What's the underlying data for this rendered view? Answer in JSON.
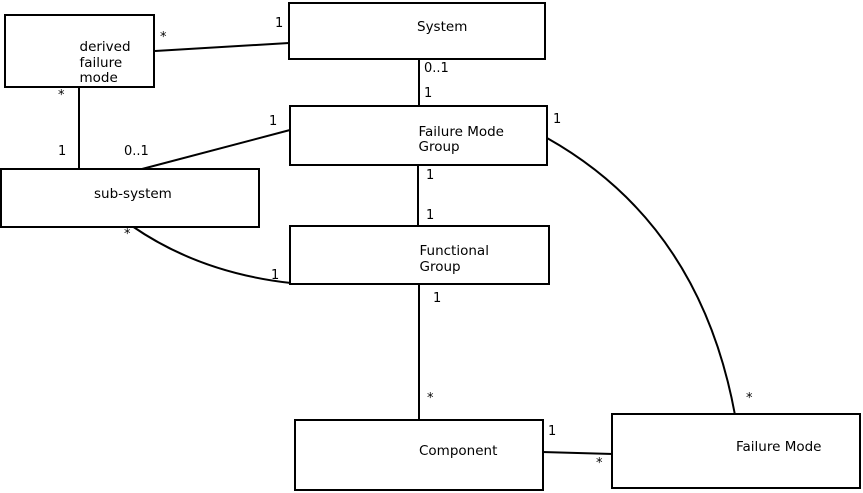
{
  "diagram_type": "uml-class-diagram",
  "colors": {
    "background": "#ffffff",
    "line": "#000000",
    "box_border": "#000000",
    "text": "#000000"
  },
  "classes": [
    {
      "id": "derived-failure-mode",
      "label": "derived\nfailure\nmode"
    },
    {
      "id": "system",
      "label": "System"
    },
    {
      "id": "failure-mode-group",
      "label": "Failure Mode\nGroup"
    },
    {
      "id": "sub-system",
      "label": "sub-system"
    },
    {
      "id": "functional-group",
      "label": "Functional\nGroup"
    },
    {
      "id": "component",
      "label": "Component"
    },
    {
      "id": "failure-mode",
      "label": "Failure Mode"
    }
  ],
  "associations": [
    {
      "from": "derived failure mode",
      "to": "System",
      "from_mult": "*",
      "to_mult": "1"
    },
    {
      "from": "derived failure mode",
      "to": "sub-system",
      "from_mult": "*",
      "to_mult": "1"
    },
    {
      "from": "System",
      "to": "Failure Mode Group",
      "from_mult": "0..1",
      "to_mult": "1"
    },
    {
      "from": "Failure Mode Group",
      "to": "sub-system",
      "from_mult": "1",
      "to_mult": "0..1"
    },
    {
      "from": "Failure Mode Group",
      "to": "Functional Group",
      "from_mult": "1",
      "to_mult": "1"
    },
    {
      "from": "Functional Group",
      "to": "Component",
      "from_mult": "1",
      "to_mult": "*"
    },
    {
      "from": "sub-system",
      "to": "Functional Group",
      "from_mult": "*",
      "to_mult": "1"
    },
    {
      "from": "Component",
      "to": "Failure Mode",
      "from_mult": "1",
      "to_mult": "*"
    },
    {
      "from": "Failure Mode Group",
      "to": "Failure Mode",
      "from_mult": "1",
      "to_mult": "*"
    }
  ]
}
